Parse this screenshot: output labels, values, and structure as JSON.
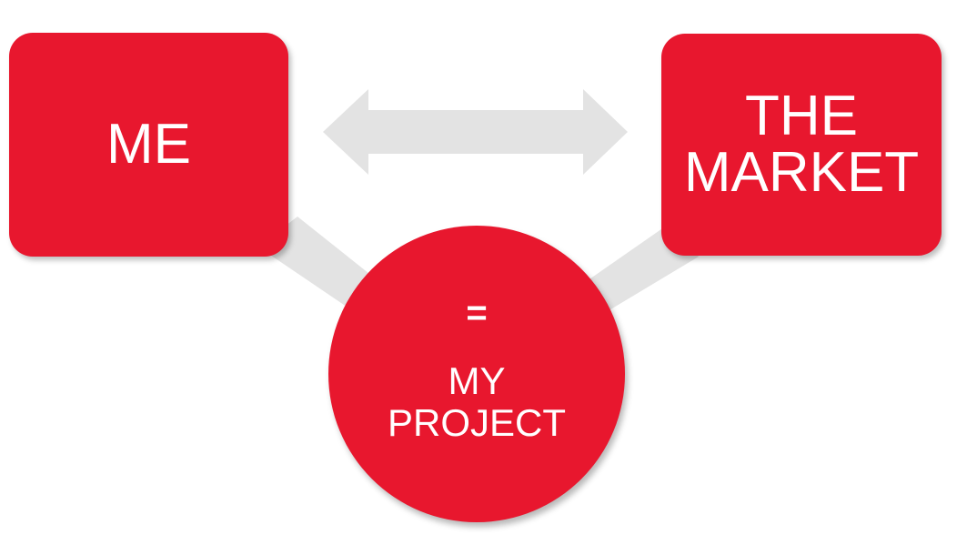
{
  "colors": {
    "primary_red": "#e8172e",
    "arrow_gray": "#e3e3e3"
  },
  "boxes": {
    "me": {
      "label": "ME"
    },
    "market": {
      "line1": "THE",
      "line2": "MARKET"
    }
  },
  "circle": {
    "equals": "=",
    "line1": "MY",
    "line2": "PROJECT"
  }
}
